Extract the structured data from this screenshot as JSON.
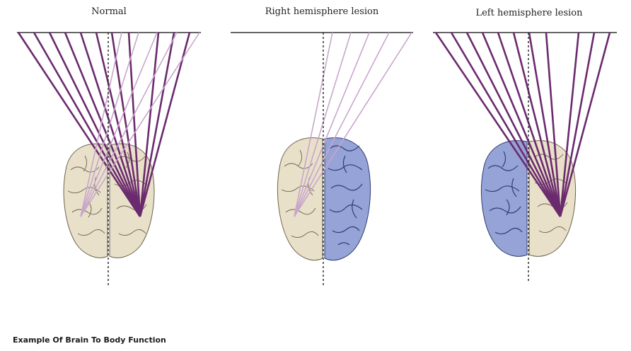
{
  "panels": {
    "normal": {
      "title": "Normal"
    },
    "right_lesion": {
      "title": "Right hemisphere lesion"
    },
    "left_lesion": {
      "title": "Left hemisphere lesion"
    }
  },
  "caption": "Example Of Brain To Body Function",
  "colors": {
    "attention_line": "#6b2a6e",
    "faint_line": "#c9a6cc",
    "healthy_brain": "#e8e0c9",
    "lesion_brain": "#95a3d6",
    "gyri_stroke": "#6d6450",
    "lesion_gyri_stroke": "#2f3e78",
    "midline": "#333333"
  }
}
